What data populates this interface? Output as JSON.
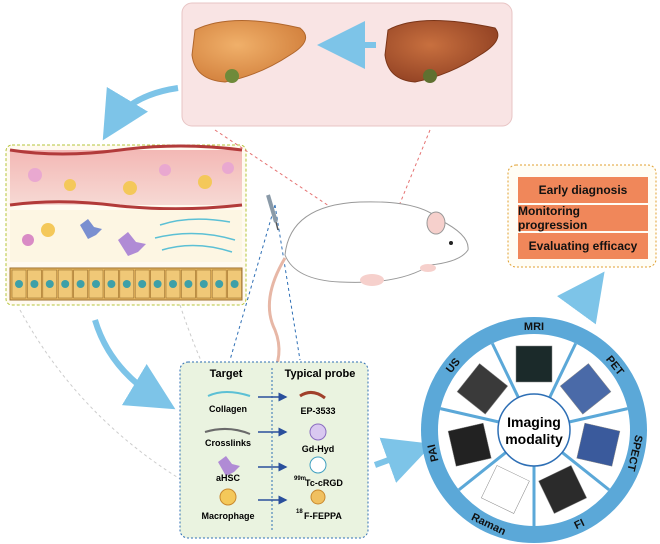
{
  "outcomes": {
    "items": [
      "Early diagnosis",
      "Monitoring progression",
      "Evaluating efficacy"
    ]
  },
  "probe_panel": {
    "target_header": "Target",
    "probe_header": "Typical probe",
    "targets": [
      "Collagen",
      "Crosslinks",
      "aHSC",
      "Macrophage"
    ],
    "probes": [
      "EP-3533",
      "Gd-Hyd",
      "Tc-cRGD",
      "F-FEPPA"
    ],
    "probe_superscripts": [
      "",
      "",
      "99m",
      "18"
    ]
  },
  "imaging_wheel": {
    "center_line1": "Imaging",
    "center_line2": "modality",
    "modalities": [
      "MRI",
      "PET",
      "SPECT",
      "FI",
      "Raman",
      "PAI",
      "US"
    ]
  },
  "colors": {
    "arrow": "#7dc4e8",
    "liver_healthy": "#e0974a",
    "liver_fibrotic": "#b55a33",
    "outcome_box": "#f0875a",
    "outcome_border": "#e0a030",
    "wheel_ring": "#5ba8d8",
    "panel_border": "#2e6fb5",
    "tissue_border": "#b5c43a"
  }
}
